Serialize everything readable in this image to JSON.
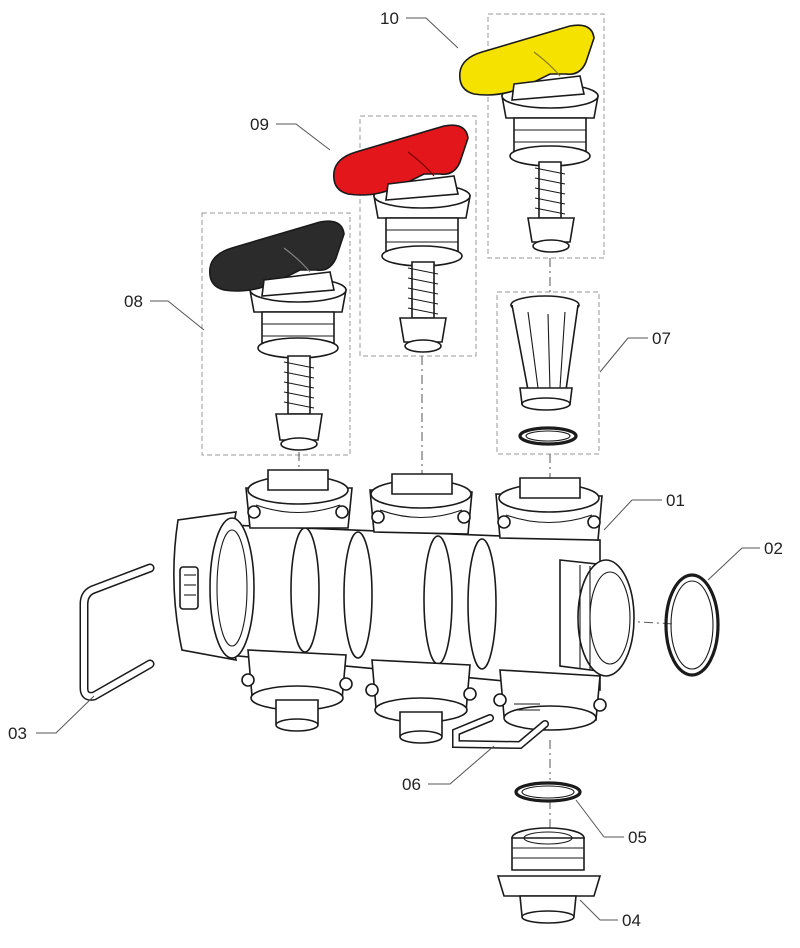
{
  "callouts": [
    {
      "id": "01",
      "label": "01"
    },
    {
      "id": "02",
      "label": "02"
    },
    {
      "id": "03",
      "label": "03"
    },
    {
      "id": "04",
      "label": "04"
    },
    {
      "id": "05",
      "label": "05"
    },
    {
      "id": "06",
      "label": "06"
    },
    {
      "id": "07",
      "label": "07"
    },
    {
      "id": "08",
      "label": "08"
    },
    {
      "id": "09",
      "label": "09"
    },
    {
      "id": "10",
      "label": "10"
    }
  ],
  "handle_colors": {
    "black": "#2b2b2b",
    "red": "#e3161b",
    "yellow": "#f6e200"
  }
}
